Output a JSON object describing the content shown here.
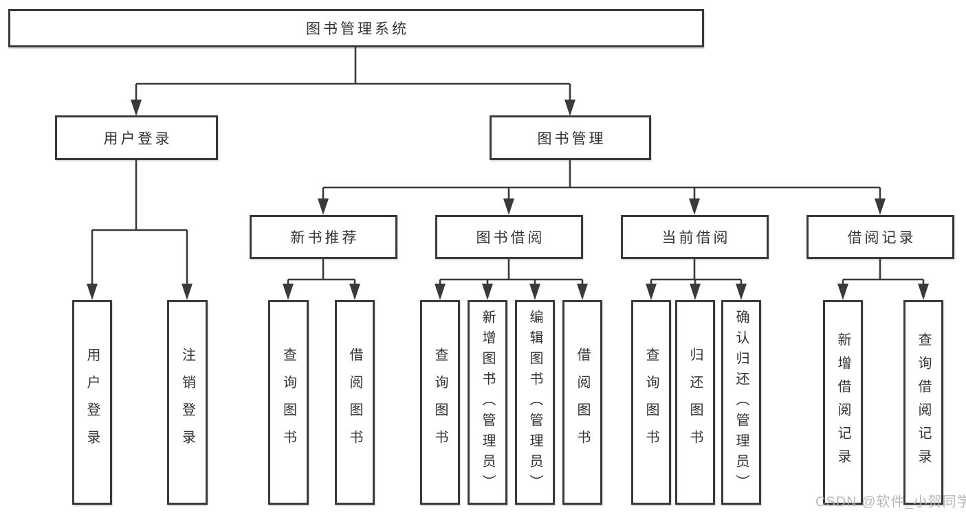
{
  "diagram": {
    "root": {
      "label": "图书管理系统"
    },
    "level2": [
      {
        "label": "用户登录"
      },
      {
        "label": "图书管理"
      }
    ],
    "level3": [
      {
        "label": "新书推荐"
      },
      {
        "label": "图书借阅"
      },
      {
        "label": "当前借阅"
      },
      {
        "label": "借阅记录"
      }
    ],
    "leaves": {
      "user_login": [
        "用户登录",
        "注销登录"
      ],
      "new_books": [
        "查询图书",
        "借阅图书"
      ],
      "book_borrow": [
        "查询图书",
        "新增图书（管理员）",
        "编辑图书（管理员）",
        "借阅图书"
      ],
      "current_borrow": [
        "查询图书",
        "归还图书",
        "确认归还（管理员）"
      ],
      "borrow_records": [
        "新增借阅记录",
        "查询借阅记录"
      ]
    }
  },
  "watermark": "CSDN @软件_小贺同学",
  "colors": {
    "line": "#3a3a3a",
    "text": "#333333",
    "watermark": "#b3b3b3",
    "background": "#ffffff"
  }
}
